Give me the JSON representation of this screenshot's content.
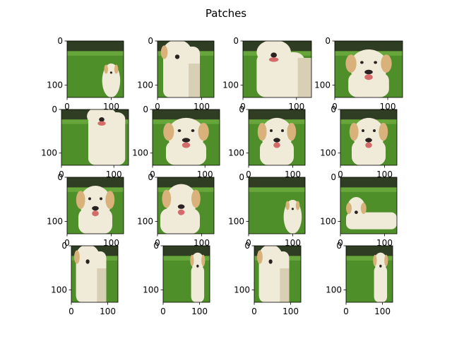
{
  "figure": {
    "title": "Patches"
  },
  "chart_data": {
    "type": "image-grid",
    "title": "Patches",
    "rows": 4,
    "cols": 4,
    "tick_values": [
      0,
      100
    ],
    "tick_labels": [
      "0",
      "100"
    ],
    "patch_size": [
      128,
      128
    ],
    "colors": {
      "grass": "#4f8f2a",
      "grass_light": "#67a63a",
      "hedge": "#2f3d22",
      "dog": "#f0ead8",
      "dog_shadow": "#d9cfb5",
      "ear": "#d8b27a",
      "nose": "#2a2220",
      "tongue": "#d46b6b"
    },
    "patches": [
      {
        "name": "patch-1",
        "content": "dog-far-right"
      },
      {
        "name": "patch-2",
        "content": "dog-body-left"
      },
      {
        "name": "patch-3",
        "content": "dog-body-center"
      },
      {
        "name": "patch-4",
        "content": "dog-face-center"
      },
      {
        "name": "patch-5",
        "content": "dog-body-right"
      },
      {
        "name": "patch-6",
        "content": "dog-face-center"
      },
      {
        "name": "patch-7",
        "content": "dog-face-center"
      },
      {
        "name": "patch-8",
        "content": "dog-face-center"
      },
      {
        "name": "patch-9",
        "content": "dog-face-center"
      },
      {
        "name": "patch-10",
        "content": "dog-face-left"
      },
      {
        "name": "patch-11",
        "content": "dog-far-right"
      },
      {
        "name": "patch-12",
        "content": "dog-lying-left"
      },
      {
        "name": "patch-13",
        "content": "dog-body-left"
      },
      {
        "name": "patch-14",
        "content": "dog-small-right"
      },
      {
        "name": "patch-15",
        "content": "dog-body-left"
      },
      {
        "name": "patch-16",
        "content": "dog-small-right"
      }
    ]
  }
}
